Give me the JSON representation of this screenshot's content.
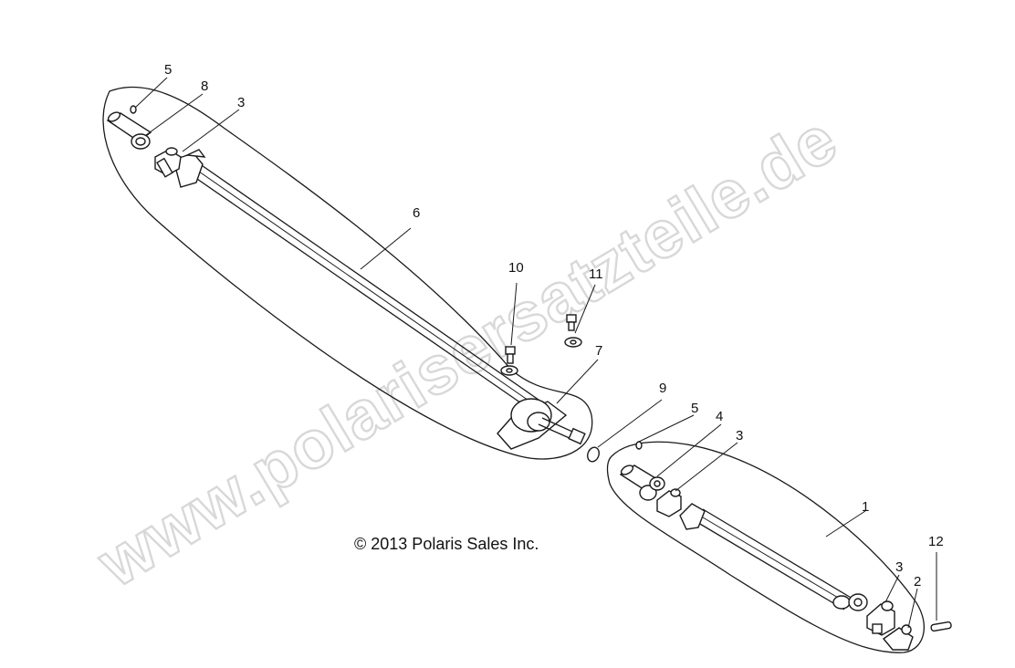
{
  "diagram": {
    "copyright": "© 2013 Polaris Sales Inc.",
    "watermark": "www.polarisersatzteile.de",
    "callouts": {
      "c5a": "5",
      "c8": "8",
      "c3a": "3",
      "c6": "6",
      "c10": "10",
      "c11": "11",
      "c7": "7",
      "c9": "9",
      "c5b": "5",
      "c4": "4",
      "c3b": "3",
      "c1": "1",
      "c12": "12",
      "c3c": "3",
      "c2": "2"
    }
  }
}
